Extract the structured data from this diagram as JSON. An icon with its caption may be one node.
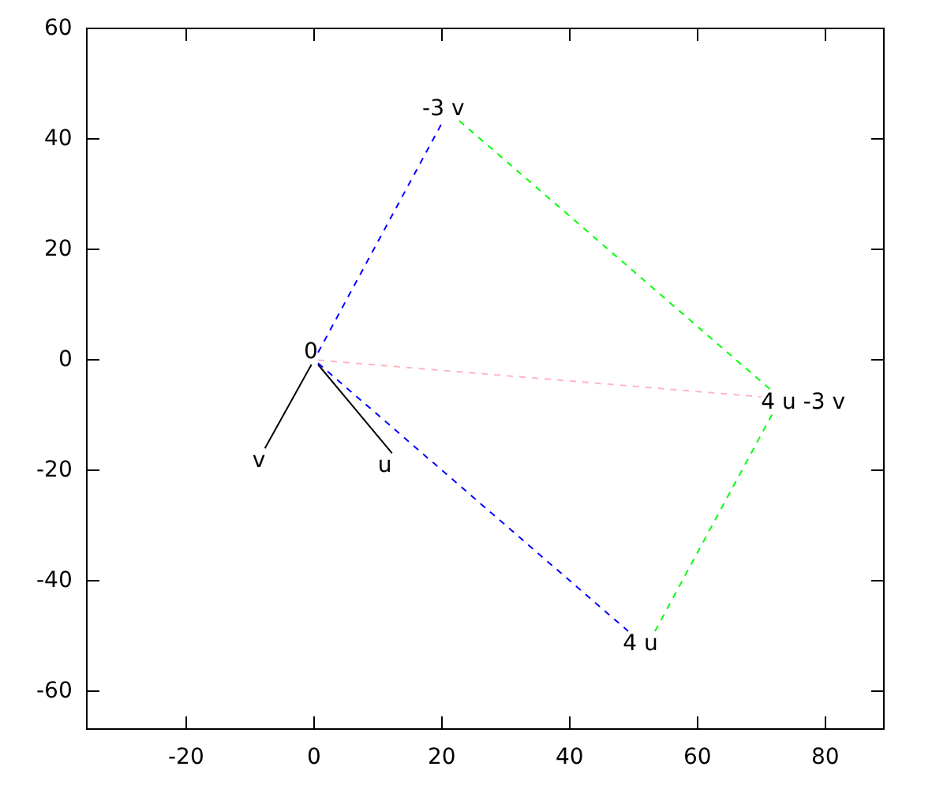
{
  "diagram": {
    "nodes": [
      {
        "text": [
          "0"
        ]
      },
      {
        "text": [
          "u"
        ]
      },
      {
        "text": [
          "v"
        ]
      },
      {
        "text": [
          "-3 v"
        ]
      },
      {
        "text": [
          "4 u"
        ]
      },
      {
        "text": [
          "4 u -3 v"
        ]
      }
    ],
    "edges": [
      {
        "from": 0,
        "to": 1,
        "arrow": "none"
      },
      {
        "from": 0,
        "to": 2,
        "arrow": "none"
      },
      {
        "from": 0,
        "to": 3,
        "arrow": "none",
        "style": "dashed",
        "color": "#0000ff"
      },
      {
        "from": 0,
        "to": 4,
        "arrow": "none",
        "style": "dashed",
        "color": "#0000ff"
      },
      {
        "from": 3,
        "to": 5,
        "arrow": "none",
        "style": "dashed",
        "color": "#00ff00"
      },
      {
        "from": 4,
        "to": 5,
        "arrow": "none",
        "style": "dashed",
        "color": "#00ff00"
      },
      {
        "from": 0,
        "to": 5,
        "arrow": "none",
        "style": "dashed",
        "color": "#ffb6c1"
      }
    ],
    "labels": [
      "60",
      "40",
      "20",
      "0",
      "-20",
      "-40",
      "-60",
      "-20",
      "0",
      "20",
      "40",
      "60",
      "80"
    ]
  }
}
